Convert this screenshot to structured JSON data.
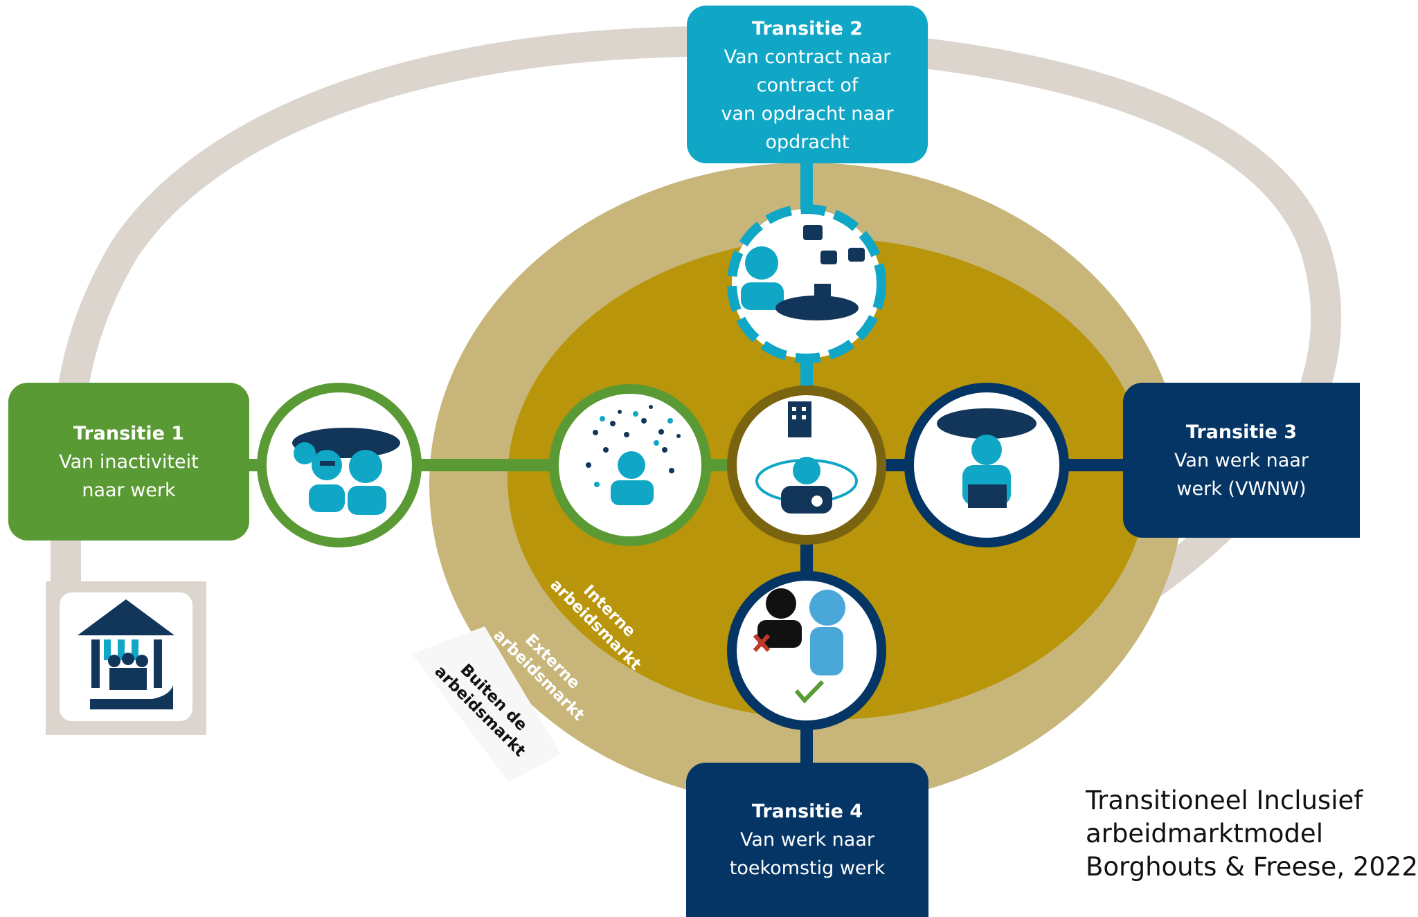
{
  "transitions": [
    {
      "title": "Transitie 1",
      "line1": "Van inactiviteit",
      "line2": "naar werk",
      "line3": "",
      "line4": ""
    },
    {
      "title": "Transitie 2",
      "line1": "Van contract naar",
      "line2": "contract of",
      "line3": "van opdracht naar",
      "line4": "opdracht"
    },
    {
      "title": "Transitie 3",
      "line1": "Van werk naar",
      "line2": "werk (VWNW)",
      "line3": "",
      "line4": ""
    },
    {
      "title": "Transitie 4",
      "line1": "Van werk naar",
      "line2": "toekomstig werk",
      "line3": "",
      "line4": ""
    }
  ],
  "zones": {
    "intern": {
      "line1": "Interne",
      "line2": "arbeidsmarkt"
    },
    "extern": {
      "line1": "Externe",
      "line2": "arbeidsmarkt"
    },
    "buiten": {
      "line1": "Buiten de",
      "line2": "arbeidsmarkt"
    }
  },
  "icons": [
    "inactive-group-icon",
    "contract-hopping-icon",
    "unemployment-icon",
    "robot-replacement-icon",
    "rain-of-people-icon",
    "internal-talent-icon",
    "social-security-icon"
  ],
  "caption": {
    "line1": "Transitioneel Inclusief",
    "line2": "arbeidmarktmodel",
    "line3": "Borghouts & Freese, 2022"
  },
  "colors": {
    "green": "#5a9a34",
    "teal": "#10a6c6",
    "navy": "#043565",
    "outer_ring": "#dcd5cd",
    "extern_zone": "#c8b57a",
    "intern_zone": "#b8950a",
    "center_ring": "#7a6410"
  }
}
